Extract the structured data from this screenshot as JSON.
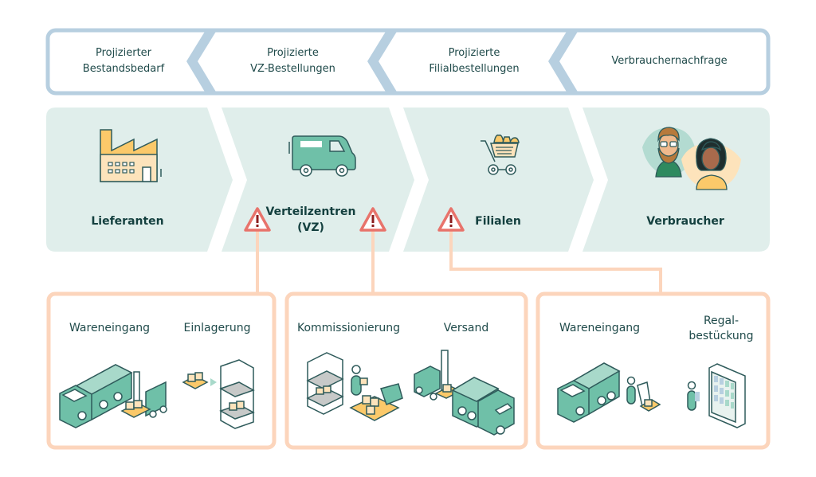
{
  "demand_flow": {
    "direction": "right-to-left",
    "steps": [
      {
        "label": "Projizierter\nBestandsbedarf"
      },
      {
        "label": "Projizierte\nVZ-Bestellungen"
      },
      {
        "label": "Projizierte\nFilialbestellungen"
      },
      {
        "label": "Verbrauchernachfrage"
      }
    ]
  },
  "supply_chain": {
    "direction": "left-to-right",
    "stages": [
      {
        "label": "Lieferanten",
        "icon": "factory-icon"
      },
      {
        "label": "Verteilzentren\n(VZ)",
        "icon": "delivery-van-icon"
      },
      {
        "label": "Filialen",
        "icon": "shopping-cart-icon"
      },
      {
        "label": "Verbraucher",
        "icon": "consumers-icon"
      }
    ]
  },
  "warnings": [
    {
      "icon": "warning-icon",
      "symbol": "!",
      "links_to": "process-group-1"
    },
    {
      "icon": "warning-icon",
      "symbol": "!",
      "links_to": "process-group-2"
    },
    {
      "icon": "warning-icon",
      "symbol": "!",
      "links_to": "process-group-3"
    }
  ],
  "process_groups": [
    {
      "steps": [
        {
          "label": "Wareneingang",
          "icon": "truck-forklift-icon"
        },
        {
          "label": "Einlagerung",
          "icon": "shelf-storage-icon"
        }
      ]
    },
    {
      "steps": [
        {
          "label": "Kommissionierung",
          "icon": "picking-icon"
        },
        {
          "label": "Versand",
          "icon": "shipping-truck-icon"
        }
      ]
    },
    {
      "steps": [
        {
          "label": "Wareneingang",
          "icon": "truck-handcart-icon"
        },
        {
          "label": "Regal-\nbestückung",
          "icon": "shelf-restocking-icon"
        }
      ]
    }
  ],
  "colors": {
    "demand_border": "#b7cfe0",
    "supply_fill": "#e0eeeb",
    "process_border": "#fcd5bc",
    "warning_red": "#e8736b",
    "text_dark": "#14403f",
    "icon_green": "#6fc0a8",
    "icon_yellow": "#fbc96a"
  }
}
